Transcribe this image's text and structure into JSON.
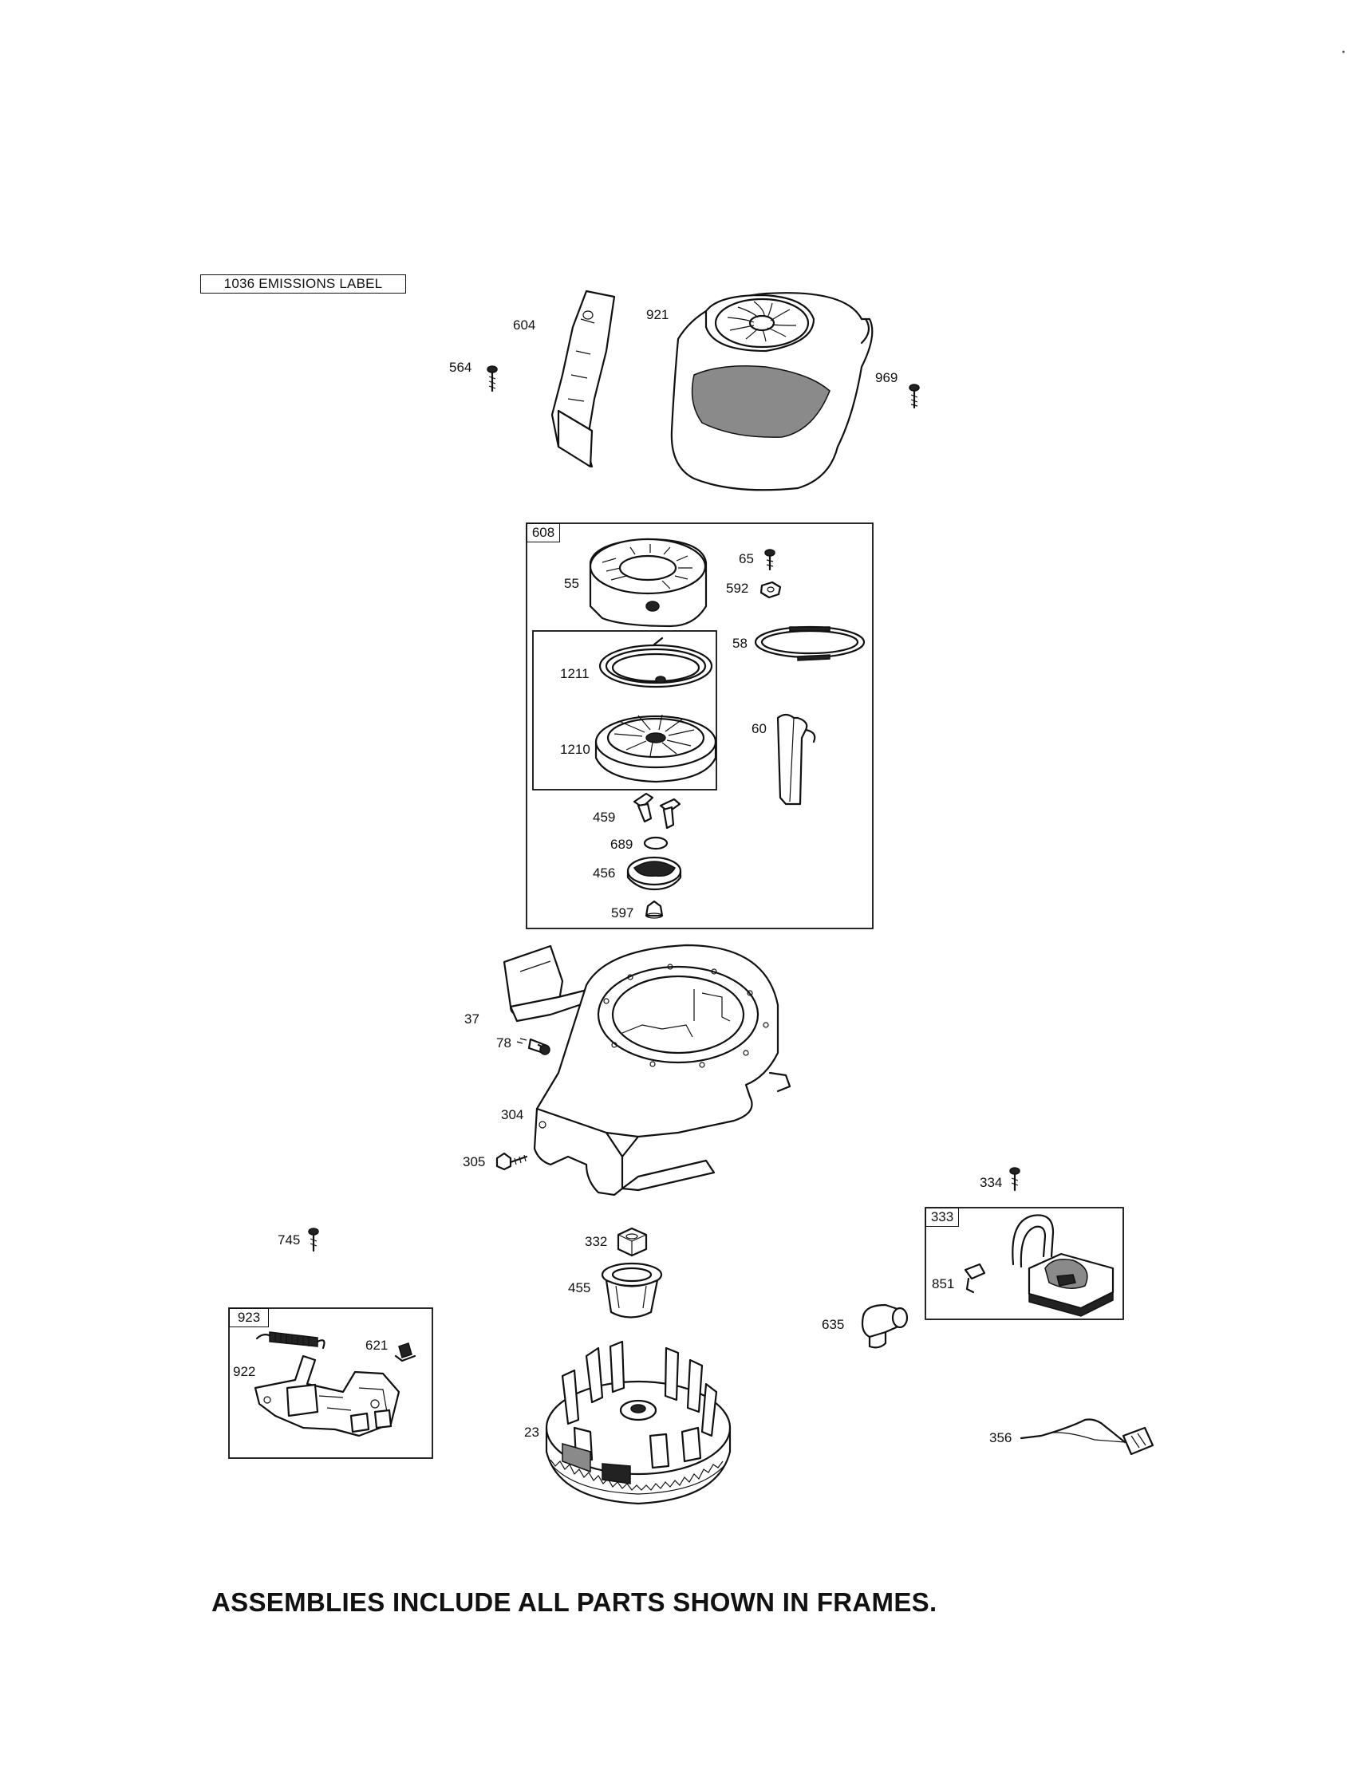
{
  "emissions_label": "1036 EMISSIONS LABEL",
  "footer_note": "ASSEMBLIES INCLUDE ALL PARTS SHOWN IN FRAMES.",
  "frames": {
    "f608": "608",
    "f333": "333",
    "f923": "923"
  },
  "parts": {
    "p604": "604",
    "p921": "921",
    "p564": "564",
    "p969": "969",
    "p65": "65",
    "p55": "55",
    "p592": "592",
    "p58": "58",
    "p1211": "1211",
    "p1210": "1210",
    "p60": "60",
    "p459": "459",
    "p689": "689",
    "p456": "456",
    "p597": "597",
    "p37": "37",
    "p78": "78",
    "p304": "304",
    "p305": "305",
    "p334": "334",
    "p745": "745",
    "p332": "332",
    "p455": "455",
    "p851": "851",
    "p635": "635",
    "p922": "922",
    "p621": "621",
    "p23": "23",
    "p356": "356"
  }
}
